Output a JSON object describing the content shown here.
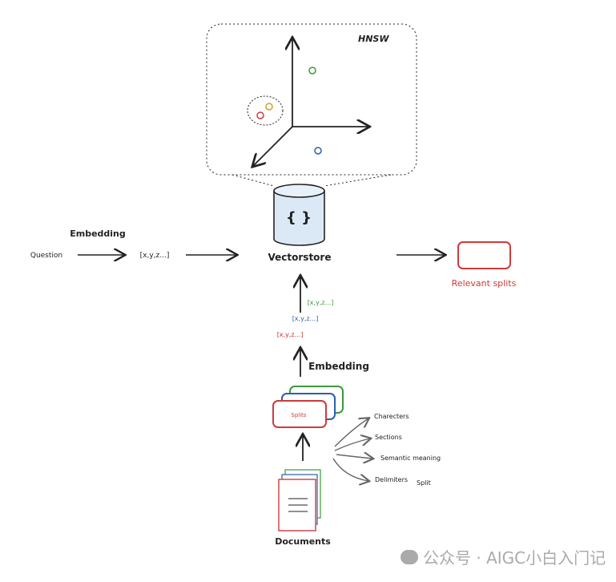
{
  "hnsw": {
    "label": "HNSW"
  },
  "vectorstore": {
    "label": "Vectorstore",
    "icon_text": "{ }"
  },
  "query": {
    "question": "Question",
    "embedding": "Embedding",
    "vector": "[x,y,z...]"
  },
  "result": {
    "label": "Relevant splits"
  },
  "vectors": [
    {
      "text": "[x,y,z...]",
      "color": "#3a9a3a"
    },
    {
      "text": "[x,y,z...]",
      "color": "#2a5fb0"
    },
    {
      "text": "[x,y,z...]",
      "color": "#c83030"
    }
  ],
  "embedding2": "Embedding",
  "splits": {
    "label": "Splits"
  },
  "split_methods": [
    "Charecters",
    "Sections",
    "Semantic meaning",
    "Delimiters"
  ],
  "split_label": "Split",
  "documents": {
    "label": "Documents"
  },
  "watermark": "公众号 · AIGC小白入门记",
  "colors": {
    "red": "#d03a3a",
    "green": "#3a9a3a",
    "blue": "#2a5fb0",
    "yellow": "#d4a020"
  }
}
